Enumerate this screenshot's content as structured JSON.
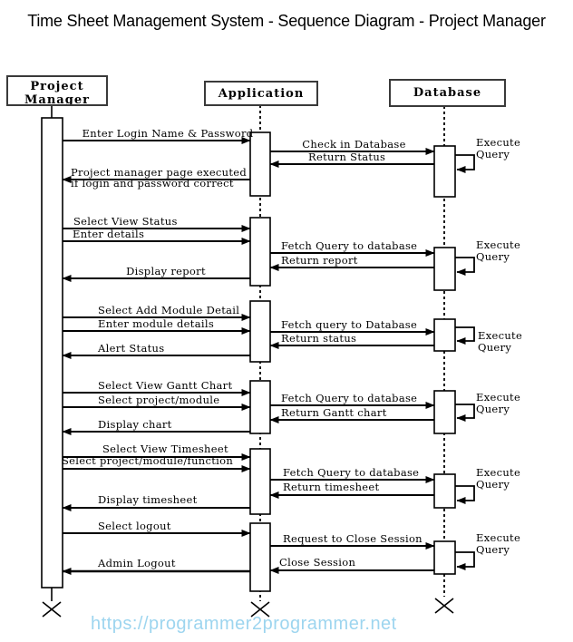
{
  "title": "Time Sheet Management System - Sequence Diagram - Project Manager",
  "watermark": "https://programmer2programmer.net",
  "colors": {
    "line": "#000000",
    "box_border": "#3a3a3a",
    "watermark": "#9dd5ef",
    "background": "#ffffff"
  },
  "diagram_type": "uml-sequence-diagram",
  "actors": [
    {
      "id": "project-manager",
      "label": "Project Manager"
    },
    {
      "id": "application",
      "label": "Application"
    },
    {
      "id": "database",
      "label": "Database"
    }
  ],
  "sections": [
    {
      "name": "login",
      "messages": [
        {
          "text": "Enter Login Name & Password",
          "from": "project-manager",
          "to": "application"
        },
        {
          "text": "Check in Database",
          "from": "application",
          "to": "database"
        },
        {
          "text": "Return Status",
          "from": "database",
          "to": "application"
        },
        {
          "text": "Execute Query",
          "from": "database",
          "to": "database"
        },
        {
          "text": "Project manager page executed if login and password correct",
          "from": "application",
          "to": "project-manager"
        }
      ]
    },
    {
      "name": "view-status",
      "messages": [
        {
          "text": "Select View Status",
          "from": "project-manager",
          "to": "application"
        },
        {
          "text": "Enter details",
          "from": "project-manager",
          "to": "application"
        },
        {
          "text": "Fetch Query to database",
          "from": "application",
          "to": "database"
        },
        {
          "text": "Return report",
          "from": "database",
          "to": "application"
        },
        {
          "text": "Execute Query",
          "from": "database",
          "to": "database"
        },
        {
          "text": "Display report",
          "from": "application",
          "to": "project-manager"
        }
      ]
    },
    {
      "name": "add-module-detail",
      "messages": [
        {
          "text": "Select Add Module Detail",
          "from": "project-manager",
          "to": "application"
        },
        {
          "text": "Enter module details",
          "from": "project-manager",
          "to": "application"
        },
        {
          "text": "Fetch query to Database",
          "from": "application",
          "to": "database"
        },
        {
          "text": "Return status",
          "from": "database",
          "to": "application"
        },
        {
          "text": "Execute Query",
          "from": "database",
          "to": "database"
        },
        {
          "text": "Alert Status",
          "from": "application",
          "to": "project-manager"
        }
      ]
    },
    {
      "name": "view-gantt-chart",
      "messages": [
        {
          "text": "Select View Gantt Chart",
          "from": "project-manager",
          "to": "application"
        },
        {
          "text": "Select project/module",
          "from": "project-manager",
          "to": "application"
        },
        {
          "text": "Fetch Query to database",
          "from": "application",
          "to": "database"
        },
        {
          "text": "Return Gantt chart",
          "from": "database",
          "to": "application"
        },
        {
          "text": "Execute Query",
          "from": "database",
          "to": "database"
        },
        {
          "text": "Display chart",
          "from": "application",
          "to": "project-manager"
        }
      ]
    },
    {
      "name": "view-timesheet",
      "messages": [
        {
          "text": "Select View Timesheet",
          "from": "project-manager",
          "to": "application"
        },
        {
          "text": "Select project/module/function",
          "from": "project-manager",
          "to": "application"
        },
        {
          "text": "Fetch Query to database",
          "from": "application",
          "to": "database"
        },
        {
          "text": "Return timesheet",
          "from": "database",
          "to": "application"
        },
        {
          "text": "Execute Query",
          "from": "database",
          "to": "database"
        },
        {
          "text": "Display timesheet",
          "from": "application",
          "to": "project-manager"
        }
      ]
    },
    {
      "name": "logout",
      "messages": [
        {
          "text": "Select logout",
          "from": "project-manager",
          "to": "application"
        },
        {
          "text": "Request to Close Session",
          "from": "application",
          "to": "database"
        },
        {
          "text": "Execute Query",
          "from": "database",
          "to": "database"
        },
        {
          "text": "Close Session",
          "from": "database",
          "to": "application"
        },
        {
          "text": "Admin Logout",
          "from": "application",
          "to": "project-manager"
        }
      ]
    }
  ]
}
